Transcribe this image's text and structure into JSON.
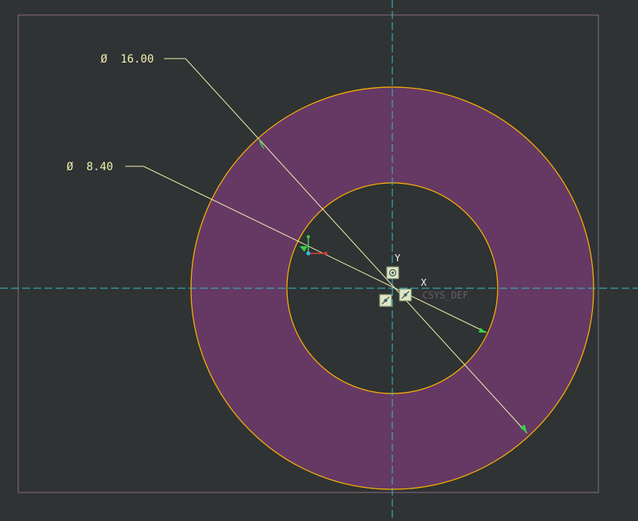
{
  "dimensions": {
    "outer_diameter": {
      "symbol": "Ø",
      "value": "16.00"
    },
    "inner_diameter": {
      "symbol": "Ø",
      "value": "8.40"
    }
  },
  "csys": {
    "y_label": "Y",
    "x_label": "X",
    "name": "CSYS_DEF"
  },
  "colors": {
    "background": "#2f3333",
    "ring_fill": "#653964",
    "ring_edge": "#ffb300",
    "centerline": "#30c0c8",
    "frame": "#8a6a80",
    "dimension": "#f0eeb2",
    "arrow": "#39d04a"
  }
}
